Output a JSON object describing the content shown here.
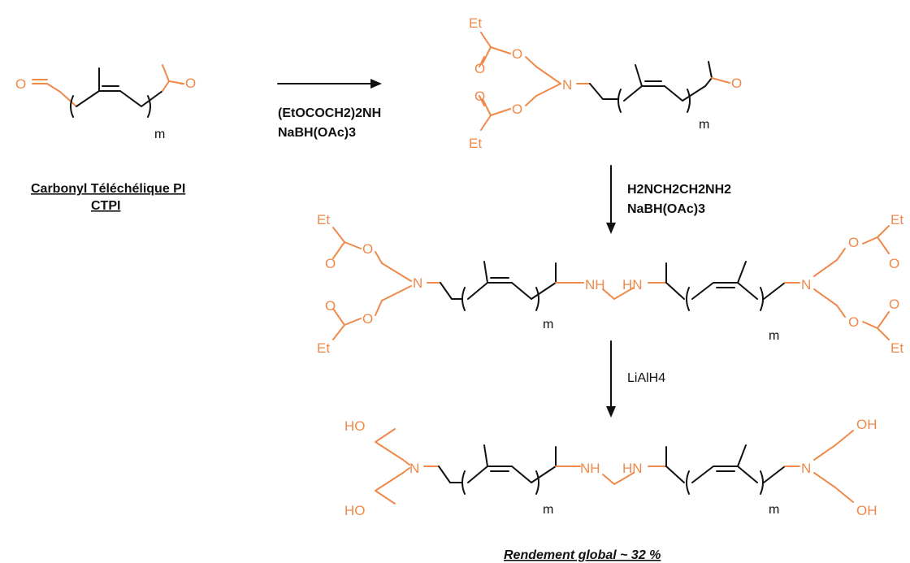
{
  "colors": {
    "accent": "#f08a4b",
    "ink": "#111111"
  },
  "atoms": {
    "O": "O",
    "N": "N",
    "NH": "NH",
    "HN": "HN",
    "Et": "Et",
    "HO": "HO",
    "OH": "OH",
    "m": "m"
  },
  "start_material": {
    "name_line1": "Carbonyl Téléchélique PI",
    "name_line2": "CTPI"
  },
  "steps": [
    {
      "reagent1": "(EtOCOCH2)2NH",
      "reagent2": "NaBH(OAc)3"
    },
    {
      "reagent1": "H2NCH2CH2NH2",
      "reagent2": "NaBH(OAc)3"
    },
    {
      "reagent1": "LiAlH4"
    }
  ],
  "yield_text": "Rendement global ~ 32 %"
}
